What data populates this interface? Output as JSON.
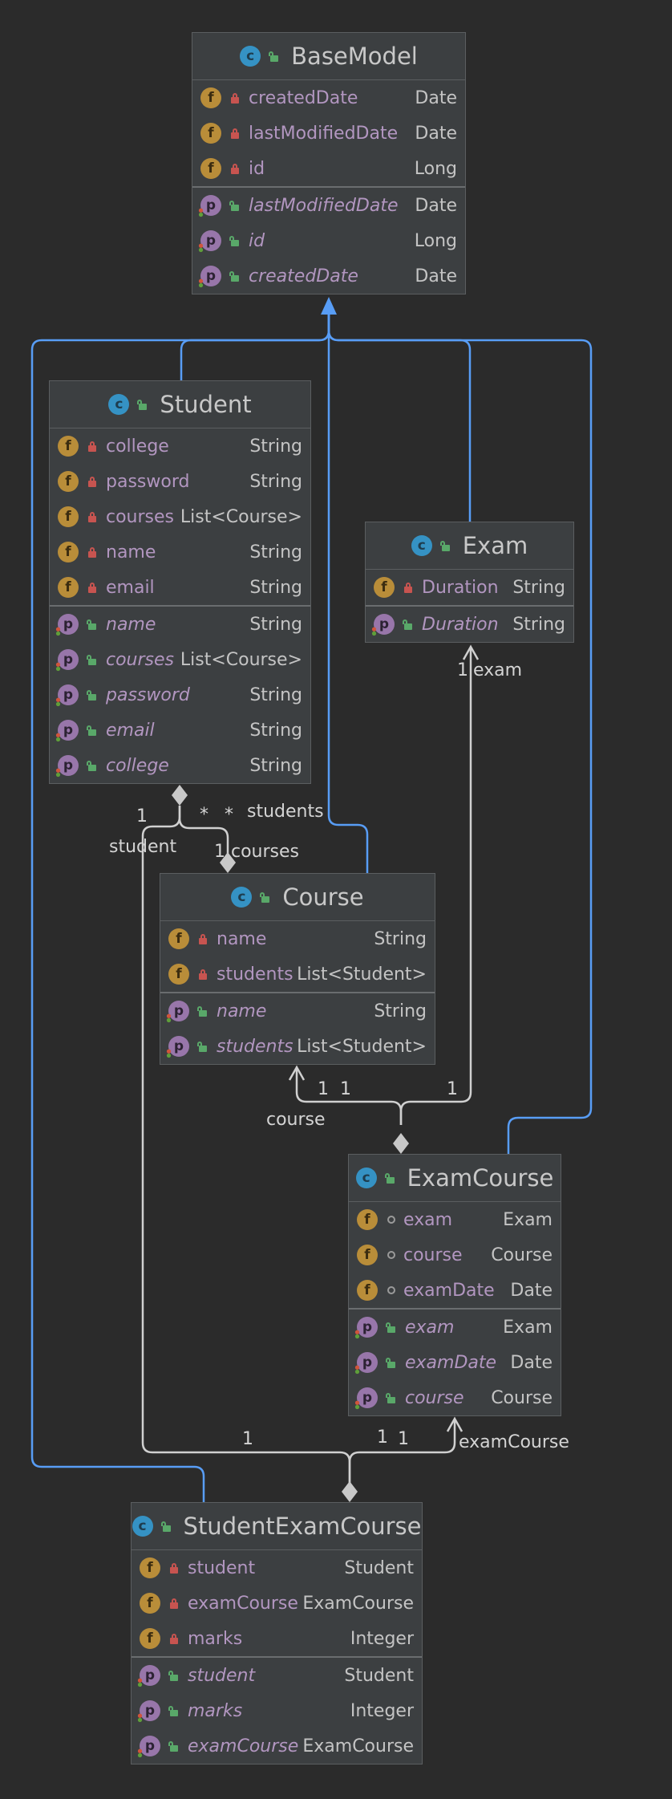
{
  "colors": {
    "background": "#2b2b2b",
    "inheritance_edge": "#589df6",
    "association_edge": "#d0d0d0",
    "field_name": "#b296c0"
  },
  "classes": {
    "basemodel": {
      "title": "BaseModel",
      "fields": [
        {
          "name": "createdDate",
          "type": "Date"
        },
        {
          "name": "lastModifiedDate",
          "type": "Date"
        },
        {
          "name": "id",
          "type": "Long"
        }
      ],
      "properties": [
        {
          "name": "lastModifiedDate",
          "type": "Date"
        },
        {
          "name": "id",
          "type": "Long"
        },
        {
          "name": "createdDate",
          "type": "Date"
        }
      ]
    },
    "student": {
      "title": "Student",
      "fields": [
        {
          "name": "college",
          "type": "String"
        },
        {
          "name": "password",
          "type": "String"
        },
        {
          "name": "courses",
          "type": "List<Course>"
        },
        {
          "name": "name",
          "type": "String"
        },
        {
          "name": "email",
          "type": "String"
        }
      ],
      "properties": [
        {
          "name": "name",
          "type": "String"
        },
        {
          "name": "courses",
          "type": "List<Course>"
        },
        {
          "name": "password",
          "type": "String"
        },
        {
          "name": "email",
          "type": "String"
        },
        {
          "name": "college",
          "type": "String"
        }
      ]
    },
    "exam": {
      "title": "Exam",
      "fields": [
        {
          "name": "Duration",
          "type": "String"
        }
      ],
      "properties": [
        {
          "name": "Duration",
          "type": "String"
        }
      ]
    },
    "course": {
      "title": "Course",
      "fields": [
        {
          "name": "name",
          "type": "String"
        },
        {
          "name": "students",
          "type": "List<Student>"
        }
      ],
      "properties": [
        {
          "name": "name",
          "type": "String"
        },
        {
          "name": "students",
          "type": "List<Student>"
        }
      ]
    },
    "examcourse": {
      "title": "ExamCourse",
      "fields": [
        {
          "name": "exam",
          "type": "Exam"
        },
        {
          "name": "course",
          "type": "Course"
        },
        {
          "name": "examDate",
          "type": "Date"
        }
      ],
      "properties": [
        {
          "name": "exam",
          "type": "Exam"
        },
        {
          "name": "examDate",
          "type": "Date"
        },
        {
          "name": "course",
          "type": "Course"
        }
      ]
    },
    "studentexamcourse": {
      "title": "StudentExamCourse",
      "fields": [
        {
          "name": "student",
          "type": "Student"
        },
        {
          "name": "examCourse",
          "type": "ExamCourse"
        },
        {
          "name": "marks",
          "type": "Integer"
        }
      ],
      "properties": [
        {
          "name": "student",
          "type": "Student"
        },
        {
          "name": "marks",
          "type": "Integer"
        },
        {
          "name": "examCourse",
          "type": "ExamCourse"
        }
      ]
    }
  },
  "edge_labels": {
    "exam_mult": "1",
    "exam_role": "exam",
    "student_mult": "1",
    "student_role": "student",
    "courses_star": "*",
    "students_star": "*",
    "students_role": "students",
    "courses_mult": "1",
    "courses_role": "courses",
    "course_mult_a": "1",
    "course_mult_b": "1",
    "course_role": "course",
    "exam_mult_right": "1",
    "sec_mult_left": "1",
    "sec_mult_mid_a": "1",
    "sec_mult_mid_b": "1",
    "examcourse_role": "examCourse"
  }
}
